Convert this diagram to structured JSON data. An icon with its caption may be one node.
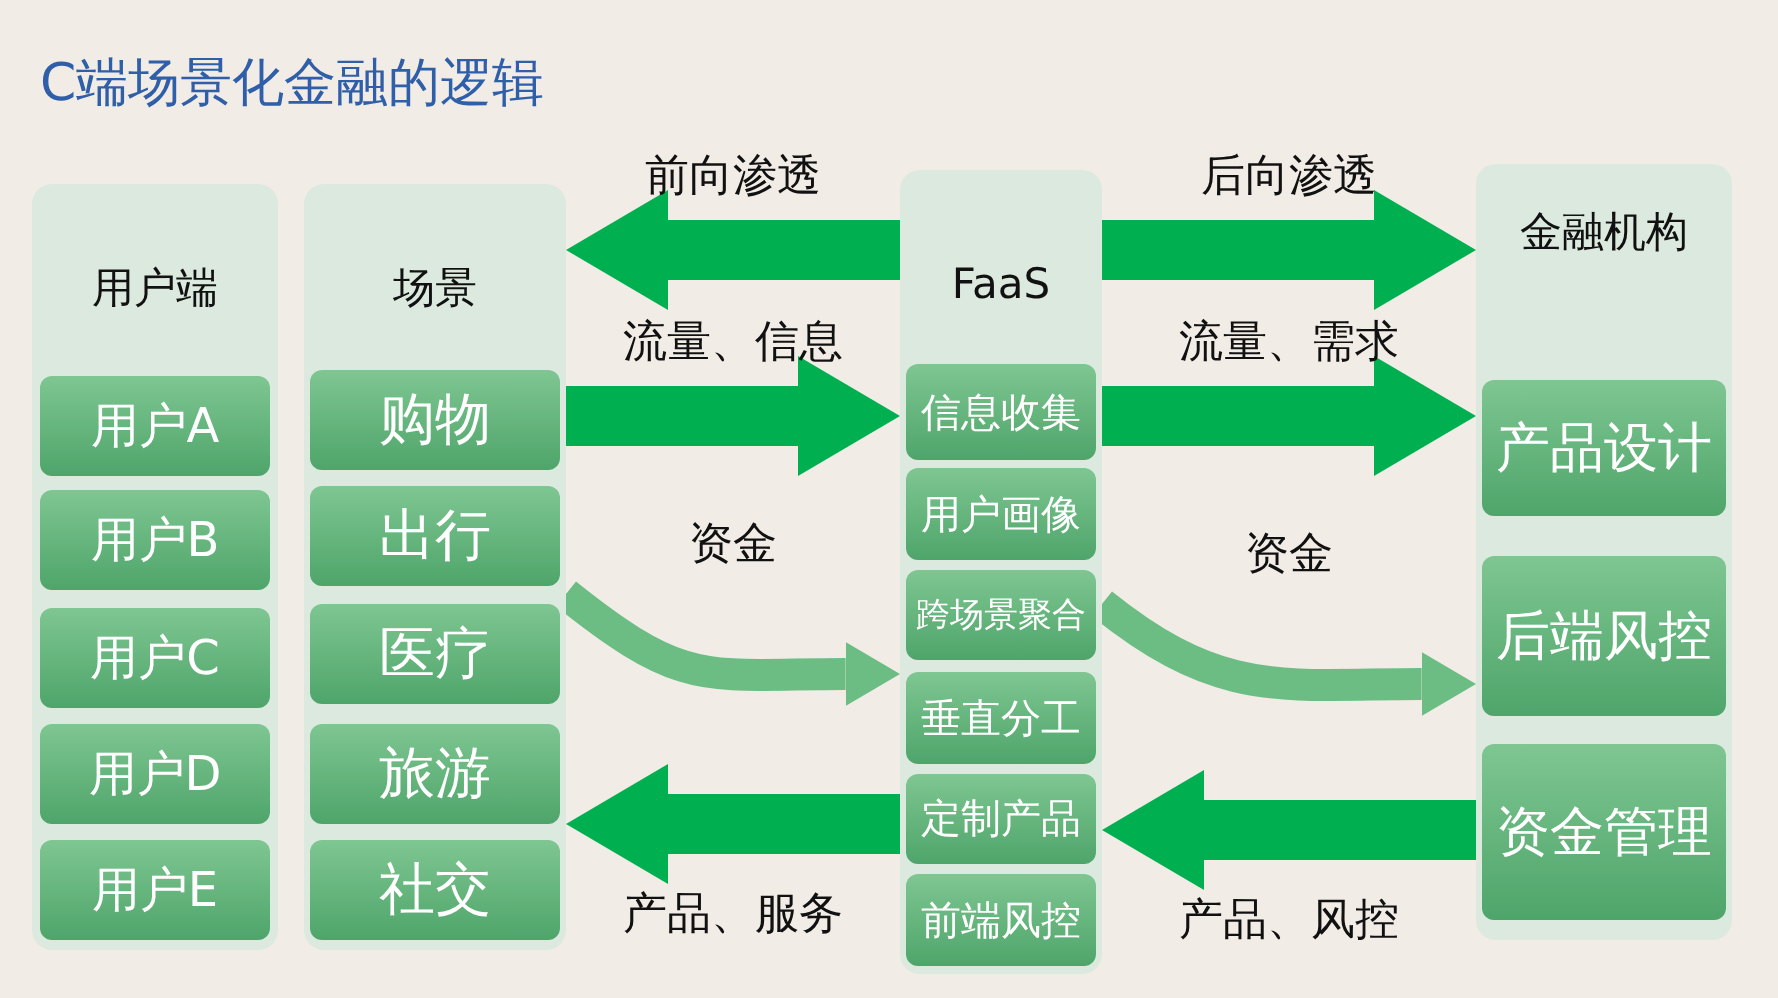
{
  "diagram": {
    "title": "C端场景化金融的逻辑",
    "nodes": [
      {
        "text": [
          "用户端"
        ]
      },
      {
        "text": [
          "用户A"
        ],
        "in": 0
      },
      {
        "text": [
          "用户B"
        ],
        "in": 0
      },
      {
        "text": [
          "用户C"
        ],
        "in": 0
      },
      {
        "text": [
          "用户D"
        ],
        "in": 0
      },
      {
        "text": [
          "用户E"
        ],
        "in": 0
      },
      {
        "text": [
          "场景"
        ]
      },
      {
        "text": [
          "购物"
        ],
        "in": 6
      },
      {
        "text": [
          "出行"
        ],
        "in": 6
      },
      {
        "text": [
          "医疗"
        ],
        "in": 6
      },
      {
        "text": [
          "旅游"
        ],
        "in": 6
      },
      {
        "text": [
          "社交"
        ],
        "in": 6
      },
      {
        "text": [
          "FaaS"
        ]
      },
      {
        "text": [
          "信息收集"
        ],
        "in": 12
      },
      {
        "text": [
          "用户画像"
        ],
        "in": 12
      },
      {
        "text": [
          "跨场景聚合"
        ],
        "in": 12
      },
      {
        "text": [
          "垂直分工"
        ],
        "in": 12
      },
      {
        "text": [
          "定制产品"
        ],
        "in": 12
      },
      {
        "text": [
          "前端风控"
        ],
        "in": 12
      },
      {
        "text": [
          "金融机构"
        ]
      },
      {
        "text": [
          "产品设计"
        ],
        "in": 19
      },
      {
        "text": [
          "后端风控"
        ],
        "in": 19
      },
      {
        "text": [
          "资金管理"
        ],
        "in": 19
      }
    ],
    "edges": [
      {
        "from": 12,
        "to": 6,
        "arrow": "to",
        "label": "前向渗透"
      },
      {
        "from": 6,
        "to": 12,
        "arrow": "to",
        "label": "流量、信息"
      },
      {
        "from": 6,
        "to": 12,
        "arrow": "to",
        "label": "资金",
        "color": "#6bbd83"
      },
      {
        "from": 12,
        "to": 6,
        "arrow": "to",
        "label": "产品、服务"
      },
      {
        "from": 12,
        "to": 19,
        "arrow": "to",
        "label": "后向渗透"
      },
      {
        "from": 12,
        "to": 19,
        "arrow": "to",
        "label": "流量、需求"
      },
      {
        "from": 12,
        "to": 19,
        "arrow": "to",
        "label": "资金",
        "color": "#6bbd83"
      },
      {
        "from": 19,
        "to": 12,
        "arrow": "to",
        "label": "产品、风控"
      }
    ]
  }
}
